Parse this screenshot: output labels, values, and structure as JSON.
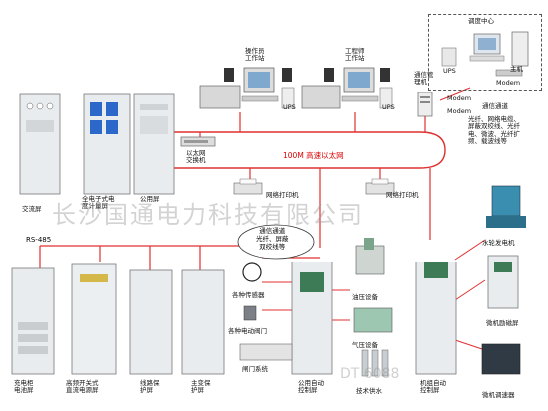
{
  "network": {
    "backbone_label": "100M 高速以太网",
    "rs485_label": "RS-485",
    "line_color": "#e03030"
  },
  "dispatch_center": {
    "title": "调度中心",
    "ups_label": "UPS",
    "host_label": "主机",
    "modem_label": "Modem"
  },
  "workstations": [
    {
      "label": "操作员\n工作站",
      "ups": "UPS"
    },
    {
      "label": "工程师\n工作站",
      "ups": "UPS"
    }
  ],
  "comm_manager": "通信管\n理机",
  "modems": [
    "Modem",
    "Modem"
  ],
  "channel_note": {
    "title": "通信通道",
    "body": "光纤、网络电缆、\n屏蔽双绞线、光纤\n电、微波、光纤扩\n频、载波线等"
  },
  "switch_label": "以太网\n交换机",
  "printers": [
    "网络打印机",
    "网络打印机"
  ],
  "cloud_note": "通信通道\n光纤、屏蔽\n双绞线等",
  "top_cabinets": [
    {
      "label": "交流屏"
    },
    {
      "label": "全电子式电\n度计量屏"
    },
    {
      "label": "公用屏"
    }
  ],
  "bottom_cabinets": [
    {
      "label": "充电柜\n电池屏"
    },
    {
      "label": "高频开关式\n直流电源屏"
    },
    {
      "label": "线路保\n护屏"
    },
    {
      "label": "主变保\n护屏"
    },
    {
      "label": "公用自动\n控制屏"
    },
    {
      "label": "机组自动\n控制屏"
    }
  ],
  "devices": {
    "sensor": "各种传感器",
    "valve": "各种电动阀门",
    "gate": "闸门系统",
    "oil": "油压设备",
    "air": "气压设备",
    "water": "技术供水",
    "turbine": "水轮发电机",
    "excitation": "微机励磁屏",
    "governor": "微机调速器"
  },
  "watermark": "长沙国通电力科技有限公司",
  "watermark_small": "DT 6088"
}
